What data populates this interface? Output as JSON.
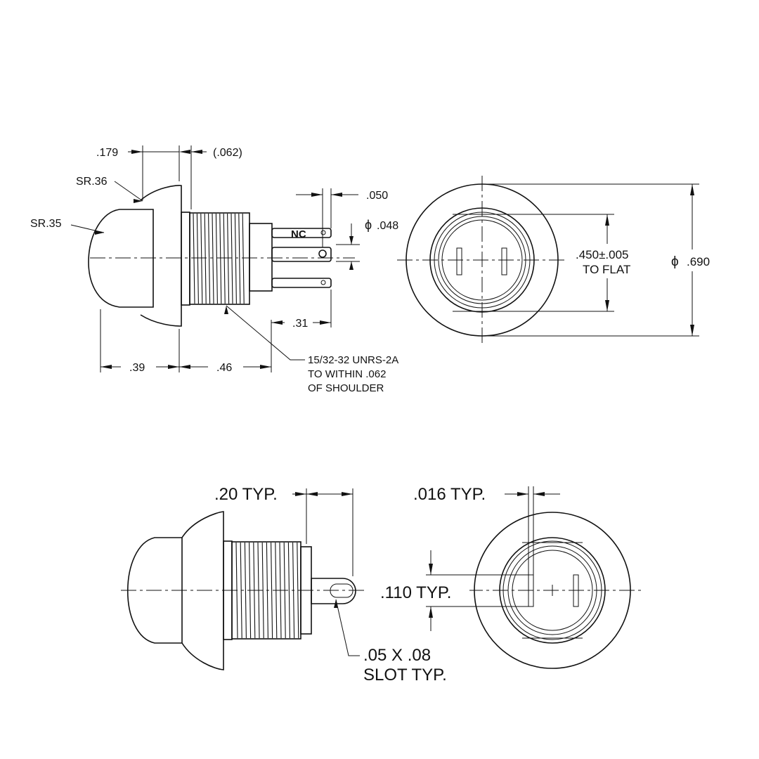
{
  "colors": {
    "line": "#111111",
    "background": "#ffffff"
  },
  "top_side_view": {
    "dim_179": ".179",
    "dim_062": "(.062)",
    "sr_36": "SR.36",
    "sr_35": "SR.35",
    "dim_050": ".050",
    "dim_048_symbol": "ϕ",
    "dim_048": ".048",
    "nc_label": "NC",
    "dim_31": ".31",
    "dim_39": ".39",
    "dim_46": ".46",
    "thread_note": [
      "15/32-32 UNRS-2A",
      "TO WITHIN .062",
      "OF SHOULDER"
    ]
  },
  "top_end_view": {
    "dim_450": ".450±.005",
    "to_flat": "TO FLAT",
    "dia_symbol": "ϕ",
    "dim_690": ".690"
  },
  "bottom_side_view": {
    "dim_20": ".20 TYP.",
    "slot_note": [
      ".05 X .08",
      "SLOT TYP."
    ]
  },
  "bottom_end_view": {
    "dim_016": ".016 TYP.",
    "dim_110": ".110 TYP."
  }
}
